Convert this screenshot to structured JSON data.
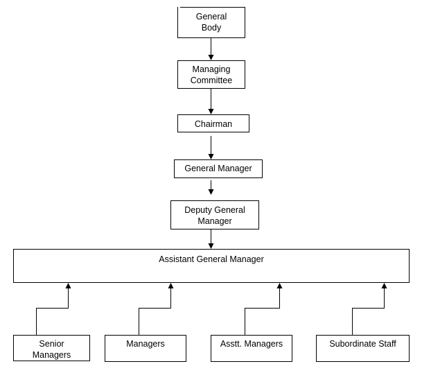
{
  "org_chart": {
    "nodes": {
      "general_body": "General\nBody",
      "managing_committee": "Managing\nCommittee",
      "chairman": "Chairman",
      "general_manager": "General Manager",
      "deputy_general_manager": "Deputy General\nManager",
      "assistant_general_manager": "Assistant General Manager",
      "senior_managers": "Senior\nManagers",
      "managers": "Managers",
      "asstt_managers": "Asstt. Managers",
      "subordinate_staff": "Subordinate Staff"
    }
  },
  "colors": {
    "line": "#000000",
    "box_border": "#000000",
    "background": "#ffffff"
  }
}
